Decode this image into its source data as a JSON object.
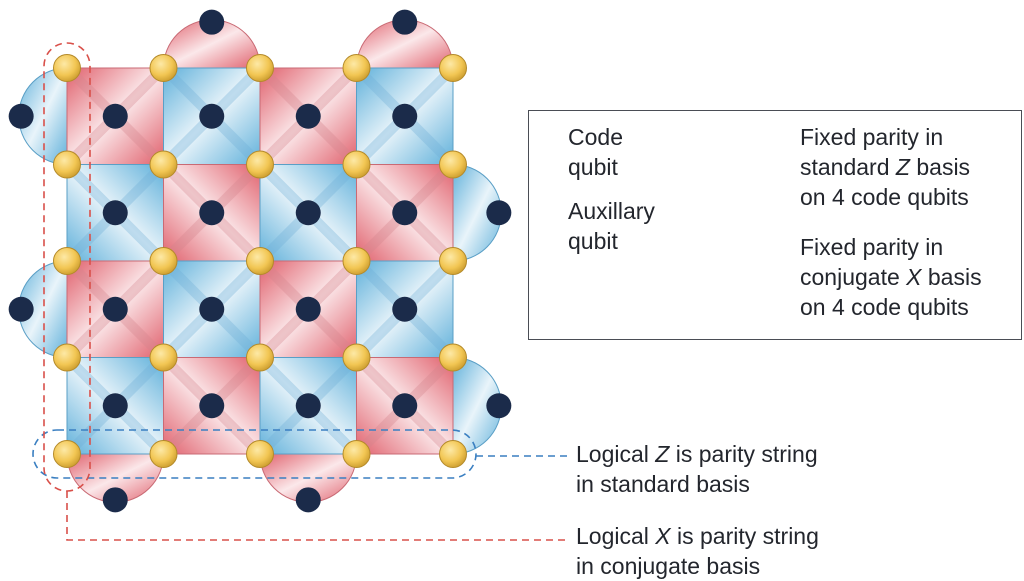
{
  "legend": {
    "code_qubit": [
      "Code",
      "qubit"
    ],
    "aux_qubit": [
      "Auxillary",
      "qubit"
    ],
    "z_stabilizer": {
      "line1": "Fixed parity in",
      "line2_pre": "standard ",
      "line2_var": "Z",
      "line2_post": " basis",
      "line3": "on 4 code qubits"
    },
    "x_stabilizer": {
      "line1": "Fixed parity in",
      "line2_pre": "conjugate ",
      "line2_var": "X",
      "line2_post": " basis",
      "line3": "on 4 code qubits"
    }
  },
  "annotations": {
    "logical_z": {
      "line1_pre": "Logical ",
      "line1_var": "Z",
      "line1_post": " is parity string",
      "line2": "in standard basis"
    },
    "logical_x": {
      "line1_pre": "Logical ",
      "line1_var": "X",
      "line1_post": " is parity string",
      "line2": "in conjugate basis"
    }
  },
  "colors": {
    "code_qubit": "#f2c653",
    "aux_qubit": "#1b2b4a",
    "z_plaquette": "#6fb8dd",
    "x_plaquette": "#e3707a",
    "logical_z_line": "#3a7fc1",
    "logical_x_line": "#d9504a"
  },
  "lattice": {
    "code_rows": 5,
    "code_cols": 5
  }
}
